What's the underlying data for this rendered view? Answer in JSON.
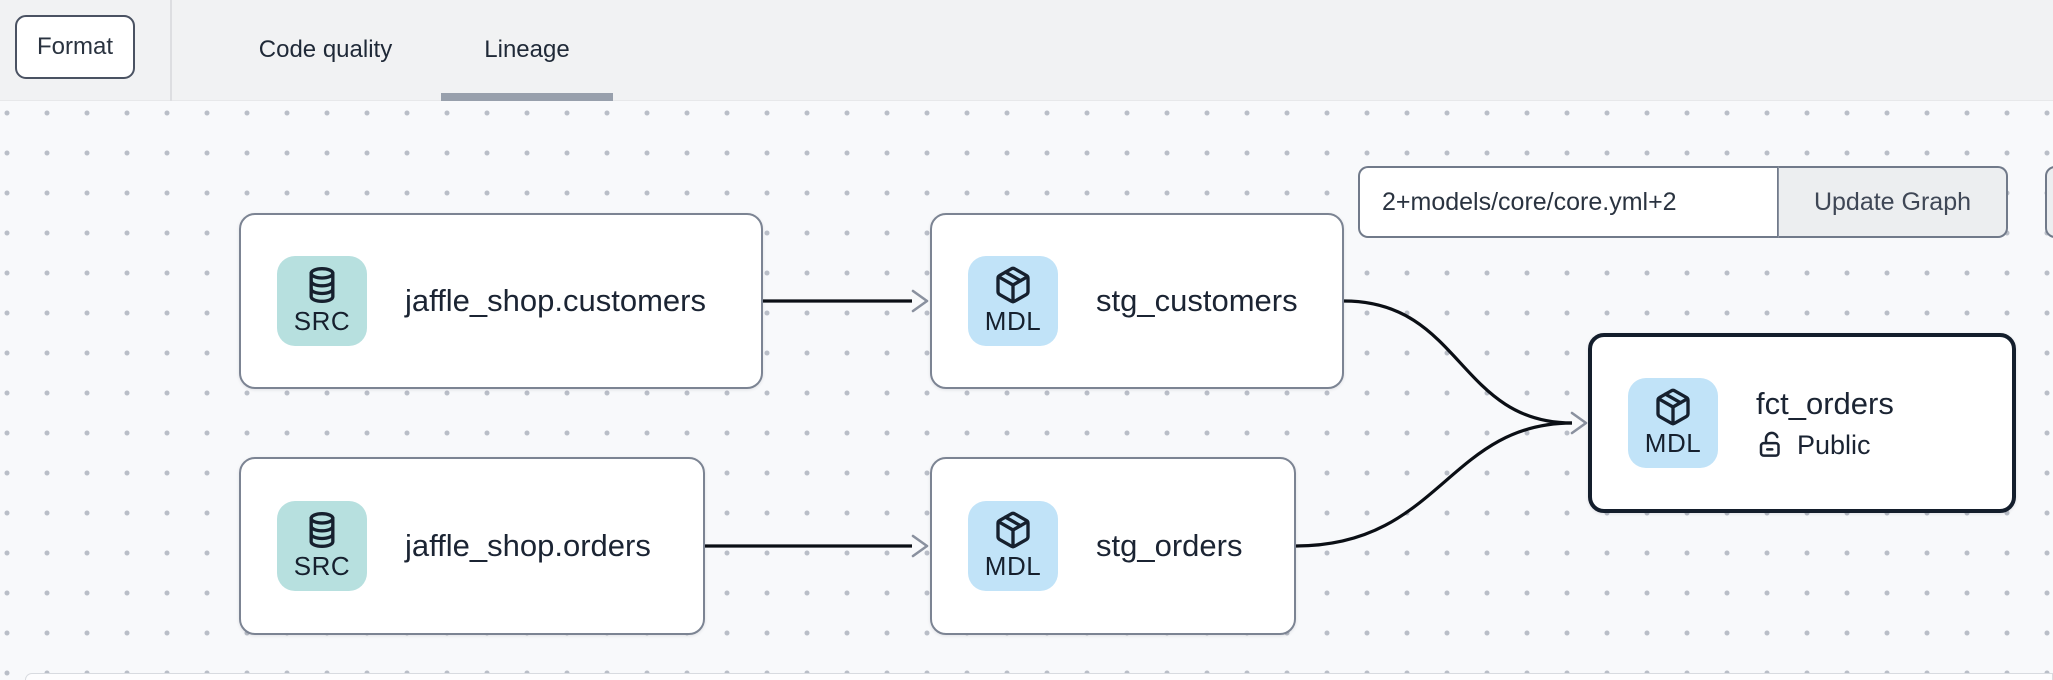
{
  "toolbar": {
    "format_button": "Format",
    "tabs": [
      {
        "label": "Code quality",
        "active": false
      },
      {
        "label": "Lineage",
        "active": true
      }
    ]
  },
  "graph_controls": {
    "selection_input": "2+models/core/core.yml+2",
    "update_button": "Update Graph"
  },
  "lineage_graph": {
    "nodes": [
      {
        "id": "source-jaffle-shop-customers",
        "badge": "SRC",
        "resource_type": "source",
        "title": "jaffle_shop.customers"
      },
      {
        "id": "model-stg-customers",
        "badge": "MDL",
        "resource_type": "model",
        "title": "stg_customers"
      },
      {
        "id": "source-jaffle-shop-orders",
        "badge": "SRC",
        "resource_type": "source",
        "title": "jaffle_shop.orders"
      },
      {
        "id": "model-stg-orders",
        "badge": "MDL",
        "resource_type": "model",
        "title": "stg_orders"
      },
      {
        "id": "model-fct-orders",
        "badge": "MDL",
        "resource_type": "model",
        "title": "fct_orders",
        "access": "Public",
        "selected": true
      }
    ],
    "edges": [
      {
        "from": "source-jaffle-shop-customers",
        "to": "model-stg-customers"
      },
      {
        "from": "source-jaffle-shop-orders",
        "to": "model-stg-orders"
      },
      {
        "from": "model-stg-customers",
        "to": "model-fct-orders"
      },
      {
        "from": "model-stg-orders",
        "to": "model-fct-orders"
      }
    ]
  },
  "colors": {
    "src_badge": "#b7e0df",
    "mdl_badge": "#c1e3f8",
    "selected_node_border": "#141e2c",
    "edge_line": "#0b0f15",
    "arrowhead": "#8a919f",
    "tab_underline": "#98a0ac"
  }
}
